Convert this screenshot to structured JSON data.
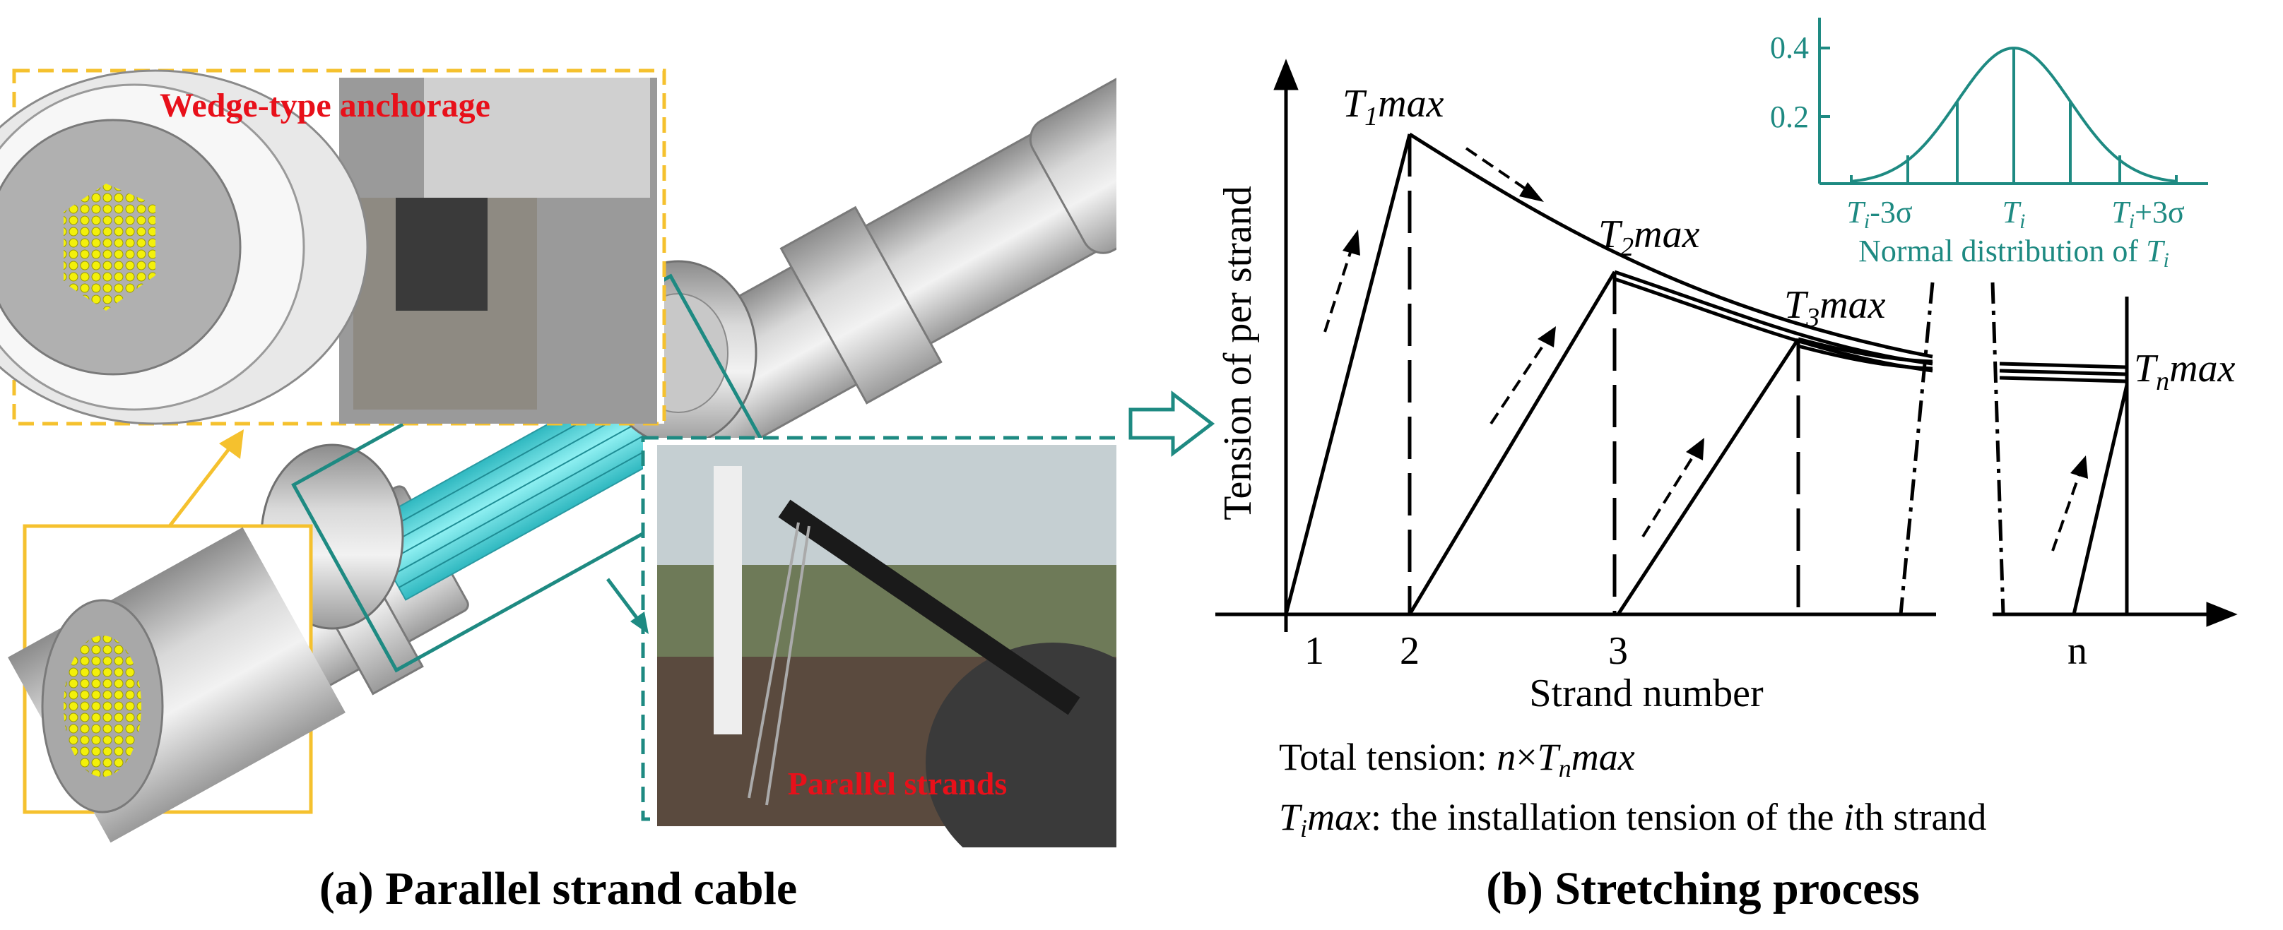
{
  "panel_a": {
    "caption": "(a) Parallel strand cable",
    "anchorage_label": "Wedge-type anchorage",
    "strands_label": "Parallel strands"
  },
  "panel_b": {
    "caption": "(b) Stretching process",
    "y_axis_label": "Tension of per strand",
    "x_axis_label": "Strand number",
    "ticks": [
      "1",
      "2",
      "3",
      "n"
    ],
    "peak_labels": [
      {
        "main": "T",
        "sub": "1",
        "tail": "max"
      },
      {
        "main": "T",
        "sub": "2",
        "tail": "max"
      },
      {
        "main": "T",
        "sub": "3",
        "tail": "max"
      },
      {
        "main": "T",
        "sub": "n",
        "tail": "max"
      }
    ],
    "total_tension_prefix": "Total tension: ",
    "total_tension_n": "n",
    "total_tension_times": "×",
    "total_tension_T": "T",
    "total_tension_sub": "n",
    "total_tension_max": "max",
    "def_T": "T",
    "def_sub": "i",
    "def_max": "max",
    "def_text_1": ": the installation tension of the ",
    "def_i": "i",
    "def_text_2": "th strand"
  },
  "inset": {
    "y_ticks": [
      "0.4",
      "0.2"
    ],
    "x_left": "T",
    "x_left_sub": "i",
    "x_left_tail": "-3σ",
    "x_mid": "T",
    "x_mid_sub": "i",
    "x_right": "T",
    "x_right_sub": "i",
    "x_right_tail": "+3σ",
    "title_text": "Normal distribution of ",
    "title_T": "T",
    "title_sub": "i"
  },
  "colors": {
    "teal": "#1e8a82",
    "gold": "#f5c12e",
    "red": "#e8101a",
    "strand_cyan": "#54d6dc",
    "black": "#000000"
  }
}
